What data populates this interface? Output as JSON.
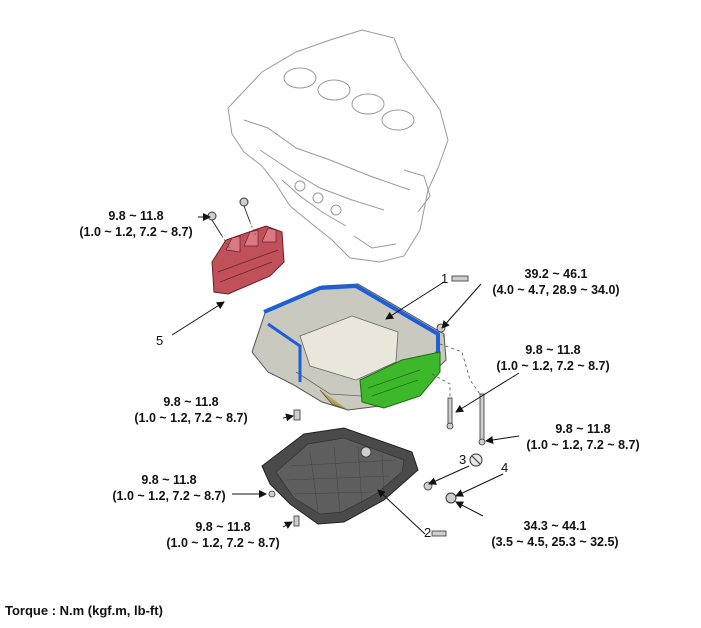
{
  "torque_specs": [
    {
      "id": "t1",
      "line1": "9.8 ~ 11.8",
      "line2": "(1.0 ~ 1.2, 7.2 ~ 8.7)"
    },
    {
      "id": "t2",
      "line1": "39.2 ~ 46.1",
      "line2": "(4.0 ~ 4.7, 28.9 ~ 34.0)"
    },
    {
      "id": "t3",
      "line1": "9.8 ~ 11.8",
      "line2": "(1.0 ~ 1.2, 7.2 ~ 8.7)"
    },
    {
      "id": "t4",
      "line1": "9.8 ~ 11.8",
      "line2": "(1.0 ~ 1.2, 7.2 ~ 8.7)"
    },
    {
      "id": "t5",
      "line1": "9.8 ~ 11.8",
      "line2": "(1.0 ~ 1.2, 7.2 ~ 8.7)"
    },
    {
      "id": "t6",
      "line1": "9.8 ~ 11.8",
      "line2": "(1.0 ~ 1.2, 7.2 ~ 8.7)"
    },
    {
      "id": "t7",
      "line1": "9.8 ~ 11.8",
      "line2": "(1.0 ~ 1.2, 7.2 ~ 8.7)"
    },
    {
      "id": "t8",
      "line1": "34.3 ~ 44.1",
      "line2": "(3.5 ~ 4.5, 25.3 ~ 32.5)"
    }
  ],
  "callouts": [
    "1",
    "2",
    "3",
    "4",
    "5"
  ],
  "footer": "Torque : N.m (kgf.m, lb-ft)",
  "colors": {
    "gasket": "#1f5fd6",
    "baffle": "#c0505a",
    "upper_pan": "#c9c9bf",
    "strainer": "#3db82a",
    "lower_pan": "#4a4a4a"
  }
}
